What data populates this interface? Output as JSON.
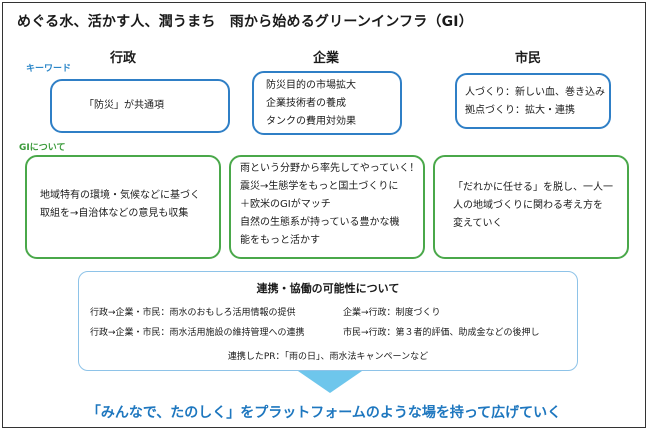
{
  "title": "めぐる水、活かす人、潤うまち　雨から始めるグリーンインフラ（GI）",
  "columns": [
    "行政",
    "企業",
    "市民"
  ],
  "keyword_label": "キーワード",
  "gi_label": "GIについて",
  "keyword_boxes": [
    [
      "「防災」が共通項"
    ],
    [
      "防災目的の市場拡大",
      "企業技術者の養成",
      "タンクの費用対効果"
    ],
    [
      "人づくり：新しい血、巻き込み",
      "拠点づくり：拡大・連携"
    ]
  ],
  "gi_boxes": [
    [
      "地域特有の環境・気候などに基づく",
      "取組を→自治体などの意見も収集"
    ],
    [
      "雨という分野から率先してやっていく！",
      "震災→生態学をもっと国土づくりに",
      "＋欧米のGIがマッチ",
      "自然の生態系が持っている豊かな機",
      "能をもっと活かす"
    ],
    [
      "「だれかに任せる」を脱し、一人一",
      "人の地域づくりに関わる考え方を",
      "変えていく"
    ]
  ],
  "coop": {
    "title": "連携・協働の可能性について",
    "items": [
      "行政→企業・市民：雨水のおもしろ活用情報の提供",
      "企業→行政：制度づくり",
      "行政→企業・市民：雨水活用施設の維持管理への連携",
      "市民→行政：第３者的評価、助成金などの後押し",
      "連携したPR：「雨の日」、雨水法キャンペーンなど"
    ]
  },
  "bottom_message": "「みんなで、たのしく」をプラットフォームのような場を持って広げていく",
  "colors": {
    "blue_border": "#2f7fc6",
    "green_border": "#4aa84a",
    "accent_text": "#1e77bf",
    "arrow": "#6ec6ec",
    "coop_border": "#8ec3e8"
  }
}
